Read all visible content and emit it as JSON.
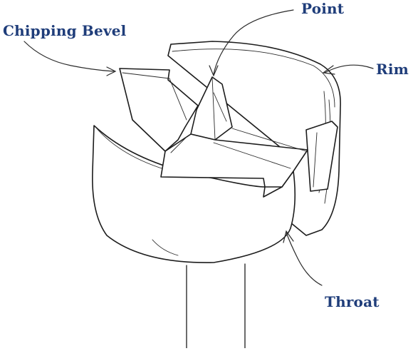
{
  "labels": {
    "chipping_bevel": "Chipping Bevel",
    "point": "Point",
    "rim": "Rim",
    "throat": "Throat"
  },
  "colors": {
    "label": "#1f3d7a",
    "ink": "#1c1c1c",
    "background": "#ffffff"
  }
}
